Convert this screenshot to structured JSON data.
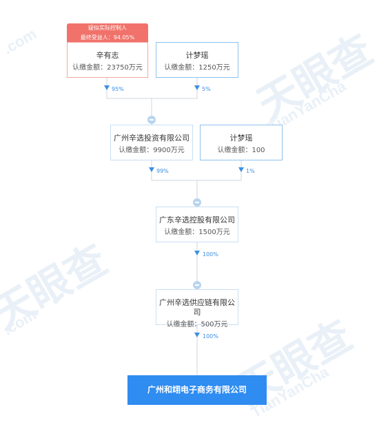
{
  "watermark": {
    "cn": "天眼查",
    "en": "TianYanCha",
    "domain": ".com"
  },
  "controller_tag": {
    "line1": "疑似实际控制人",
    "line2": "最终受益人：94.05%"
  },
  "nodes": {
    "xin": {
      "name": "辛有志",
      "amount": "认缴金额：23750万元"
    },
    "ji_top": {
      "name": "计梦瑶",
      "amount": "认缴金额：1250万元"
    },
    "gz_invest": {
      "name": "广州辛选投资有限公司",
      "amount": "认缴金额：9900万元"
    },
    "ji_mid": {
      "name": "计梦瑶",
      "amount": "认缴金额：100"
    },
    "gd_holding": {
      "name": "广东辛选控股有限公司",
      "amount": "认缴金额：1500万元"
    },
    "gz_supply": {
      "name": "广州辛选供应链有限公司",
      "amount": "认缴金额：500万元"
    },
    "target": {
      "name": "广州和翊电子商务有限公司"
    }
  },
  "percentages": {
    "xin": "95%",
    "ji_top": "5%",
    "gz_invest": "99%",
    "ji_mid": "1%",
    "gd_holding": "100%",
    "gz_supply": "100%"
  },
  "colors": {
    "accent_blue": "#2f8cf0",
    "tag_red": "#f0726a",
    "line_gray": "#cfd6de"
  }
}
